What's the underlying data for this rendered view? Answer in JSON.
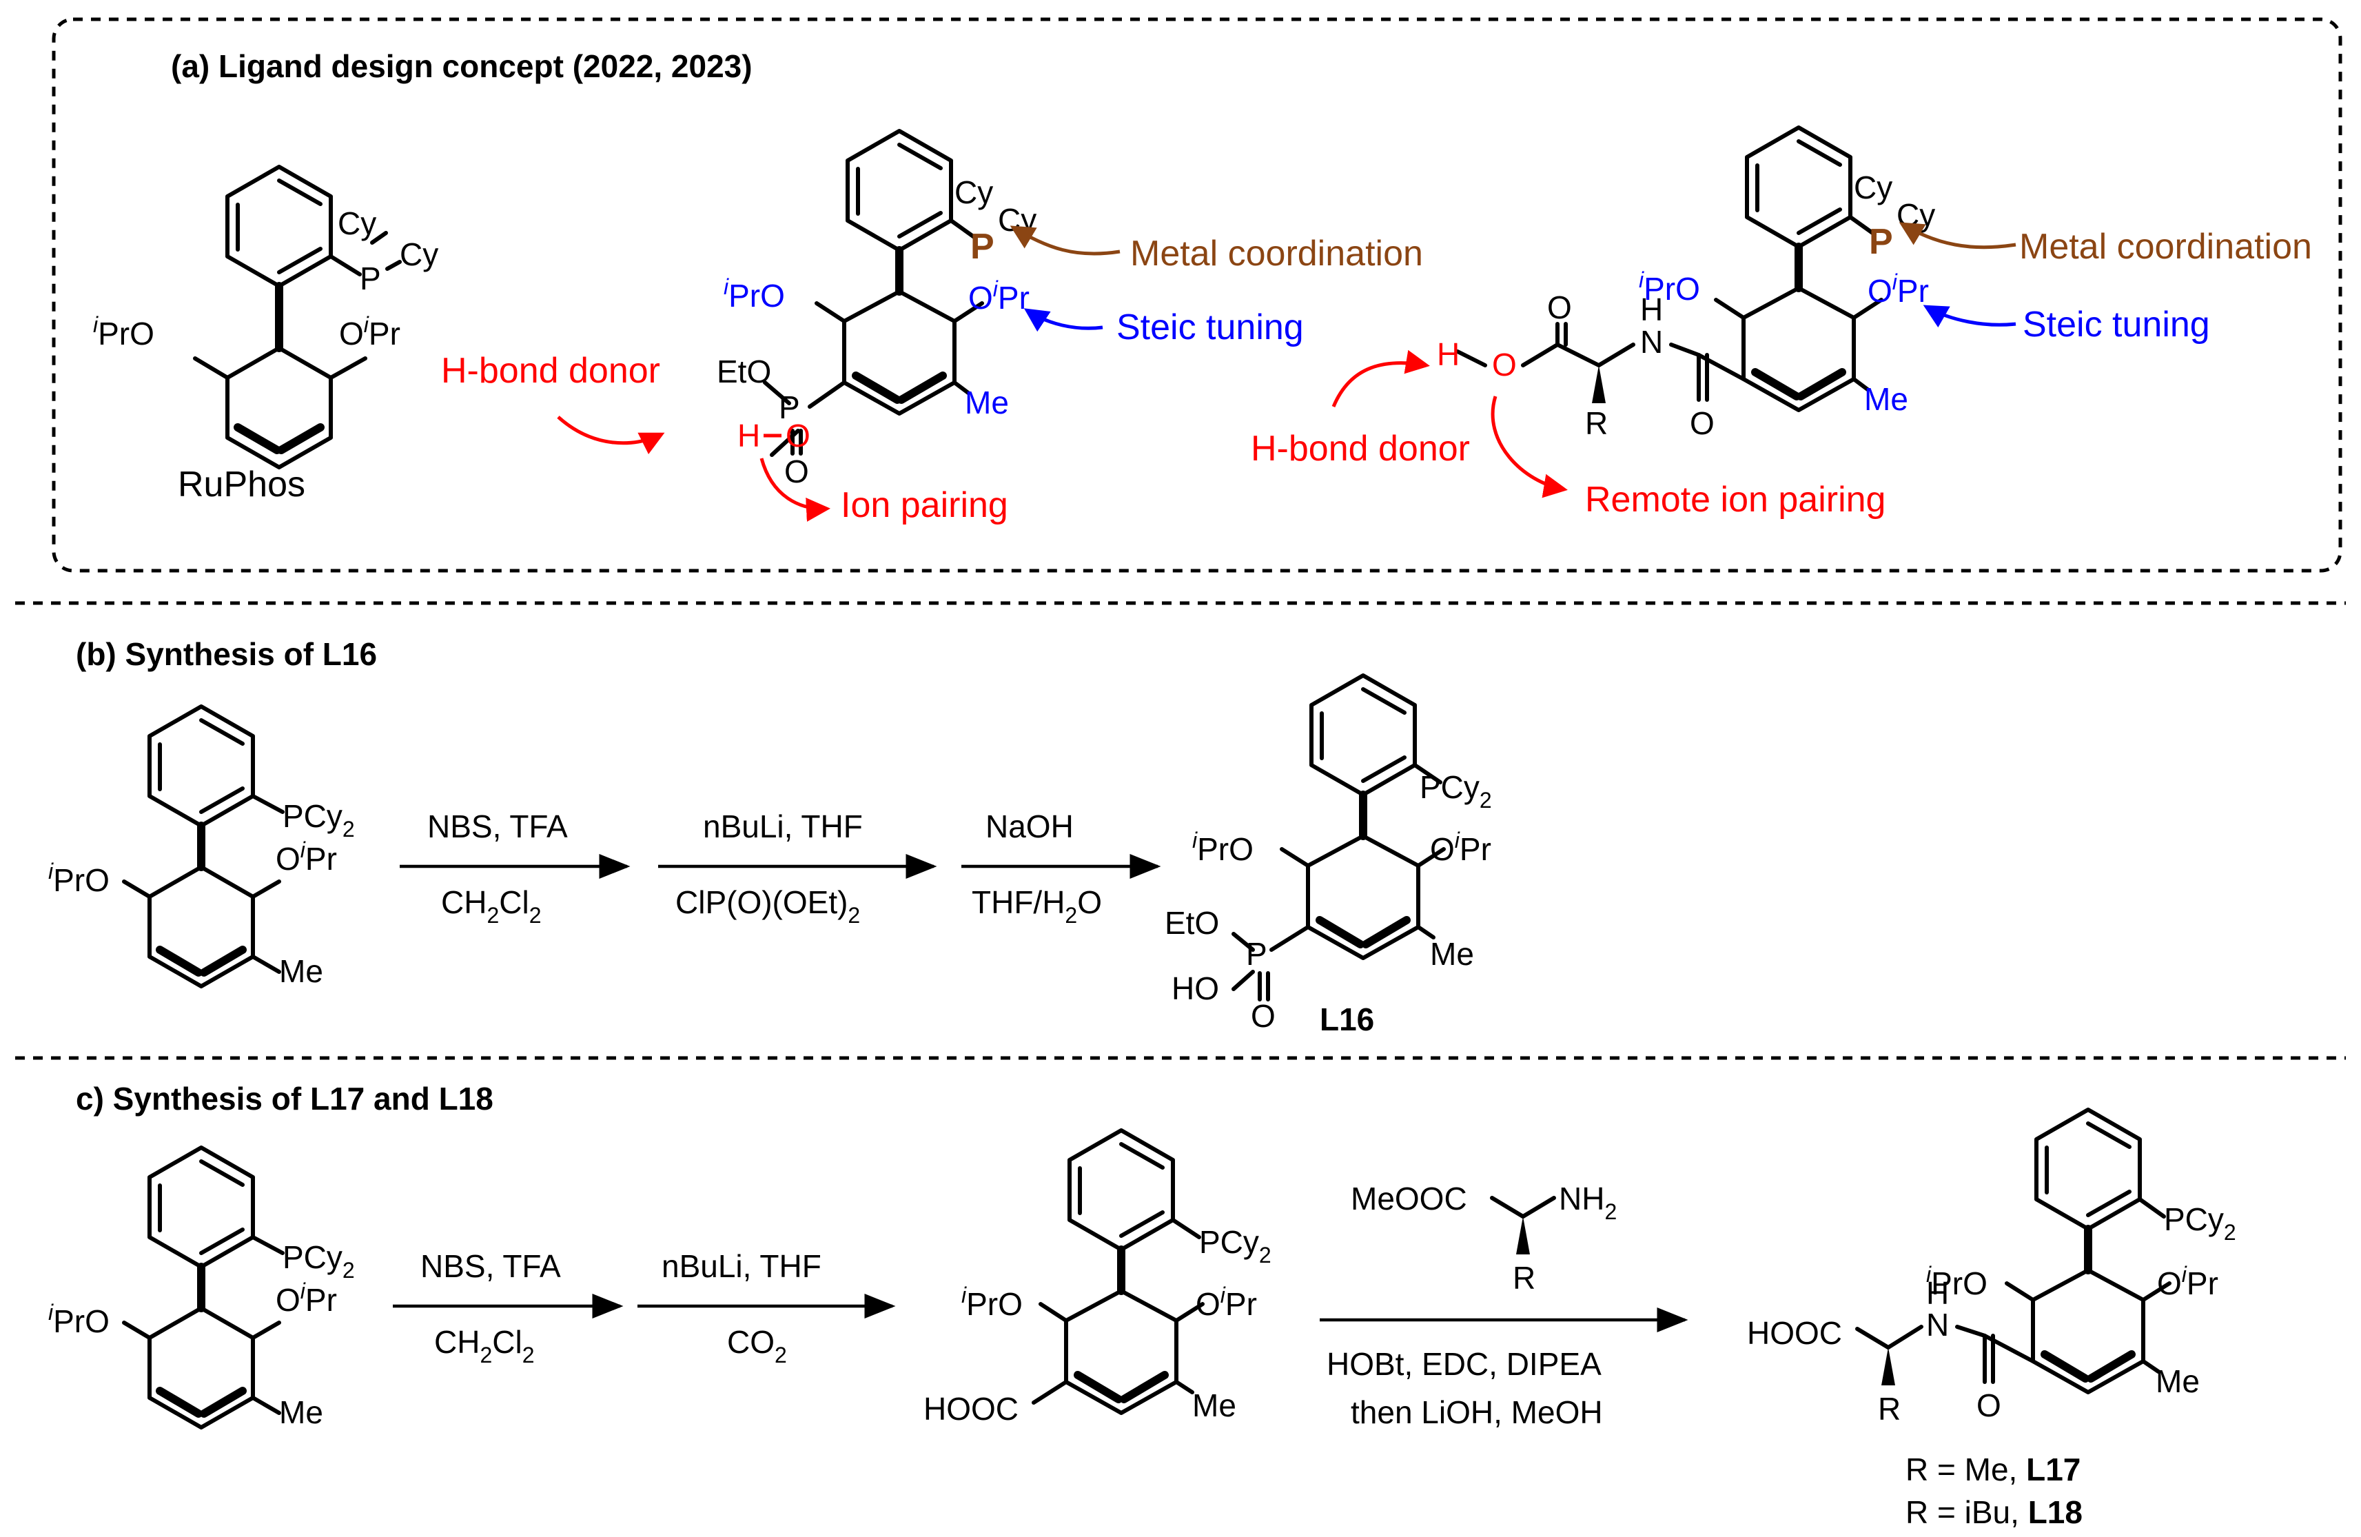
{
  "sections": {
    "a_title": "(a) Ligand design concept (2022, 2023)",
    "b_title": "(b) Synthesis of L16",
    "c_title": "c) Synthesis of L17 and L18"
  },
  "molecules": {
    "ruphos_name": "RuPhos",
    "cy": "Cy",
    "p": "P",
    "pcy2": "PCy",
    "sub2": "2",
    "ipr_o_prefix": "i",
    "pro": "PrO",
    "o": "O",
    "pr": "Pr",
    "me": "Me",
    "eto": "EtO",
    "ho": "HO",
    "h": "H",
    "h_dash": "H",
    "n": "N",
    "nh2": "NH",
    "r": "R",
    "hooc": "HOOC",
    "meooc": "MeOOC",
    "l16": "L16",
    "r_me": "R = Me, ",
    "l17": "L17",
    "r_ibu": "R = iBu, ",
    "l18": "L18"
  },
  "annotations": {
    "metal_coordination": "Metal coordination",
    "steric_tuning": "Steic tuning",
    "h_bond_donor": "H-bond donor",
    "ion_pairing": "Ion pairing",
    "remote_ion_pairing": "Remote ion pairing"
  },
  "reagents": {
    "nbs_tfa": "NBS, TFA",
    "ch2cl2_a": "CH",
    "ch2cl2_b": "Cl",
    "nbuli_thf": "nBuLi, THF",
    "clpo_oet2": "ClP(O)(OEt)",
    "naoh": "NaOH",
    "thf_h2o_a": "THF/H",
    "thf_h2o_b": "O",
    "co2": "CO",
    "hobt": "HOBt, EDC, DIPEA",
    "lioh": "then LiOH, MeOH"
  },
  "colors": {
    "metal": "#8B4513",
    "steric": "#0000FF",
    "hbond": "#FF0000",
    "text": "#000000"
  }
}
